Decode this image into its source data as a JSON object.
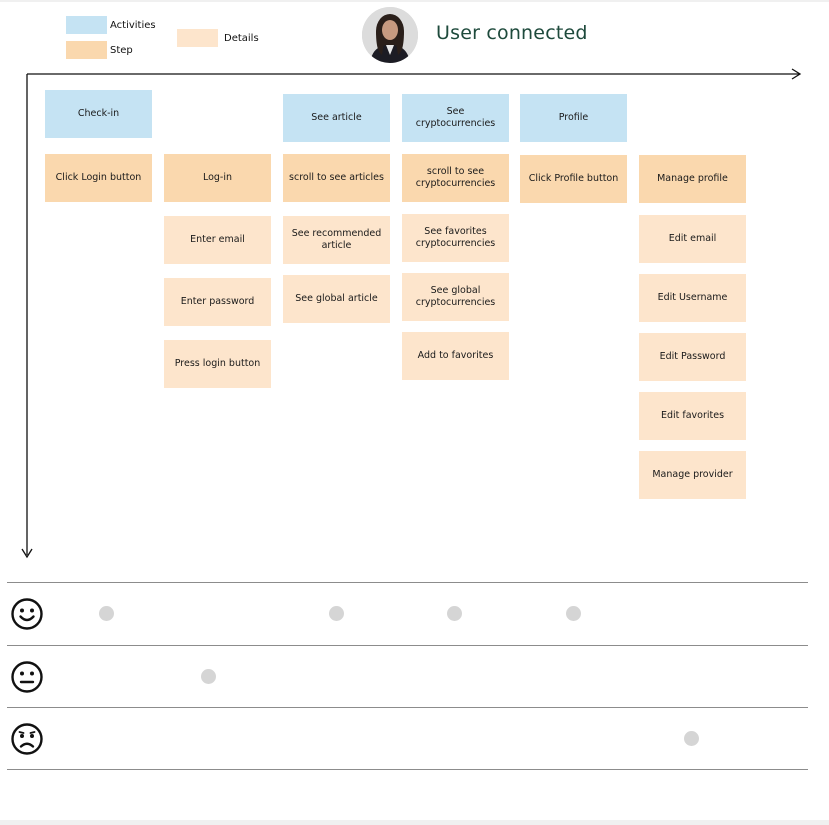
{
  "legend": {
    "activities": {
      "label": "Activities",
      "color": "#c5e3f3"
    },
    "step": {
      "label": "Step",
      "color": "#fad8ae"
    },
    "details": {
      "label": "Details",
      "color": "#fde5cc"
    }
  },
  "header": {
    "title": "User connected",
    "avatar_icon": "user-avatar-photo"
  },
  "activities": [
    {
      "label": "Check-in"
    },
    {
      "label": "See article"
    },
    {
      "label": "See cryptocurrencies"
    },
    {
      "label": "Profile"
    }
  ],
  "steps": [
    {
      "label": "Click Login button"
    },
    {
      "label": "Log-in"
    },
    {
      "label": "scroll to see articles"
    },
    {
      "label": "scroll to see cryptocurrencies"
    },
    {
      "label": "Click Profile button"
    },
    {
      "label": "Manage profile"
    }
  ],
  "details": {
    "login": [
      "Enter email",
      "Enter password",
      "Press login button"
    ],
    "article": [
      "See recommended article",
      "See global article"
    ],
    "crypto": [
      "See favorites cryptocurrencies",
      "See global cryptocurrencies",
      "Add to favorites"
    ],
    "profile": [
      "Edit email",
      "Edit Username",
      "Edit Password",
      "Edit favorites",
      "Manage provider"
    ]
  },
  "emotions": [
    {
      "icon": "happy-face-icon",
      "points": [
        "Click Login button",
        "scroll to see articles",
        "scroll to see cryptocurrencies",
        "Click Profile button"
      ]
    },
    {
      "icon": "neutral-face-icon",
      "points": [
        "Log-in"
      ]
    },
    {
      "icon": "sad-face-icon",
      "points": [
        "Manage profile"
      ]
    }
  ]
}
